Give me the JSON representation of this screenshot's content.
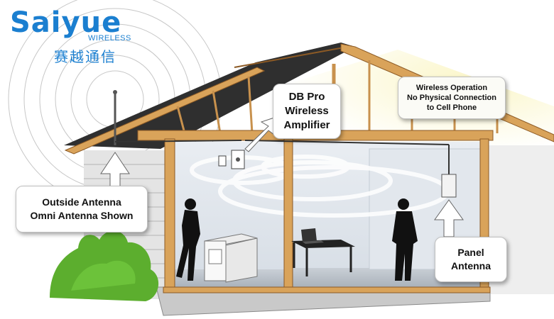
{
  "brand": {
    "wordmark": "Saiyue",
    "sub": "WIRELESS",
    "chinese": "赛越通信",
    "color": "#1b7fd0"
  },
  "labels": {
    "outside_antenna": [
      "Outside Antenna",
      "Omni Antenna Shown"
    ],
    "amplifier": [
      "DB Pro",
      "Wireless",
      "Amplifier"
    ],
    "wireless_operation": [
      "Wireless Operation",
      "No Physical Connection",
      "to Cell Phone"
    ],
    "panel_antenna": [
      "Panel",
      "Antenna"
    ]
  },
  "colors": {
    "wood": "#d9a35a",
    "wood_dark": "#8c5a25",
    "roof": "#3a3a3a",
    "siding": "#e4e4e4",
    "bush": "#5cae2e",
    "signal": "#c9d2dc"
  }
}
